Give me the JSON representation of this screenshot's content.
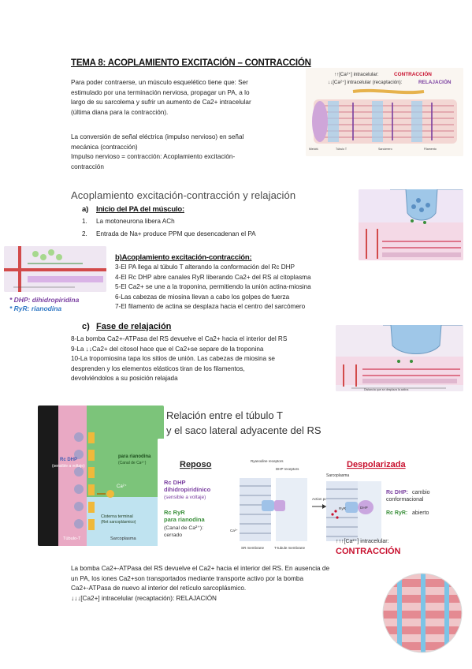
{
  "title": "TEMA 8: ACOPLAMIENTO EXCITACIÓN – CONTRACCIÓN",
  "intro": [
    "Para poder contraerse, un músculo esquelético tiene que: Ser",
    "estimulado por una terminación nerviosa, propagar un PA, a lo",
    "largo de su sarcolema y sufrir un aumento de Ca2+ intracelular",
    "(última diana para la contracción)."
  ],
  "conversion": [
    "La conversión de señal eléctrica (impulso nervioso) en señal",
    "mecánica (contracción)",
    "Impulso nervioso = contracción: Acoplamiento excitación-",
    "contracción"
  ],
  "section_title": "Acoplamiento excitación-contracción y relajación",
  "sub_a": {
    "label": "a)",
    "title": "Inicio del PA del músculo:"
  },
  "list_a": [
    {
      "n": "1.",
      "text": "La motoneurona libera ACh"
    },
    {
      "n": "2.",
      "text": "Entrada de Na+ produce PPM que desencadenan el PA"
    }
  ],
  "sub_b": {
    "title": "b)Acoplamiento excitación-contracción:"
  },
  "list_b": [
    "3-El PA llega al túbulo T alterando la conformación del Rc DHP",
    "4-El Rc DHP abre canales RyR liberando Ca2+ del RS al citoplasma",
    "5-El Ca2+ se une a la troponina, permitiendo la unión actina-miosina",
    "6-Las cabezas de miosina llevan a cabo los golpes de fuerza",
    "7-El filamento de actina se desplaza hacia el centro del sarcómero"
  ],
  "legend": {
    "dhp": "* DHP: dihidropiridina",
    "ryr": "* RyR: rianodina"
  },
  "sub_c": {
    "label": "c)",
    "title": "Fase de relajación"
  },
  "list_c": [
    "8-La bomba Ca2+-ATPasa del RS devuelve el Ca2+ hacia el interior del RS",
    "9-La ↓↓Ca2+ del citosol hace que el Ca2+se separe de la troponina",
    "10-La tropomiosina tapa los sitios de unión. Las cabezas de miosina se",
    "desprenden y los elementos elásticos tiran de los filamentos,",
    "devolviéndolos a su posición relajada"
  ],
  "fig1": {
    "line1_prefix": "↑↑[Ca²⁺] intracelular:",
    "line1_word": "CONTRACCIÓN",
    "line2_prefix": "↓↓[Ca²⁺] intracelular (recaptación):",
    "line2_word": "RELAJACIÓN"
  },
  "fig3": {
    "caption": "Distancia que se desplaza la actina"
  },
  "relation_title": [
    "Relación entre el túbulo T",
    "y el saco lateral adyacente del RS"
  ],
  "fig4": {
    "labels": [
      "Rc DHP",
      "(sensible a voltaje)",
      "para rianodina",
      "(Canal de Ca²⁺)",
      "Ca²⁺",
      "Cisterna terminal",
      "(Ret sarcoplásmico)",
      "Túbulo-T",
      "Sarcoplasma"
    ]
  },
  "fig5": {
    "reposo": "Reposo",
    "despolarizada": "Despolarizada",
    "rc_dhp": "Rc DHP",
    "dihidro": "dihidropiridínico",
    "sensible": "(sensible a voltaje)",
    "rc_ryr": "Rc RyR",
    "para_rianodina": "para rianodina",
    "canal": "(Canal de Ca²⁺):",
    "cerrado": "cerrado",
    "sarcoplasma": "Sarcoplasma",
    "ryanodine_receptors": "Ryanodine receptors",
    "dhp_receptors": "DHP receptors",
    "action_potential": "Action potential",
    "sr_membrane": "SR membrane",
    "t_tubule_membrane": "T-tubule membrane",
    "ca": "Ca²⁺",
    "ryr": "RyR",
    "dhp": "DHP",
    "dhp_change_prefix": "Rc DHP:",
    "dhp_change_text": "cambio",
    "conformacional": "conformacional",
    "ryr_open_prefix": "Rc RyR:",
    "ryr_open_text": "abierto",
    "ca_up": "↑↑↑[Ca²⁺] intracelular:",
    "contraccion": "CONTRACCIÓN"
  },
  "closing": [
    "La bomba Ca2+-ATPasa del RS devuelve el Ca2+ hacia el interior del RS. En ausencia de",
    "un PA, los iones Ca2+son transportados mediante transporte activo por la bomba",
    "Ca2+-ATPasa de nuevo al interior del retículo sarcoplásmico.",
    "↓↓↓[Ca2+] intracelular (recaptación): RELAJACIÓN"
  ],
  "colors": {
    "red": "#c8102e",
    "purple": "#7a3fa0",
    "blue": "#2f78c4",
    "green": "#3a8f3a",
    "sr_green": "#7cc47a",
    "membrane_pink": "#e9a9c4"
  }
}
